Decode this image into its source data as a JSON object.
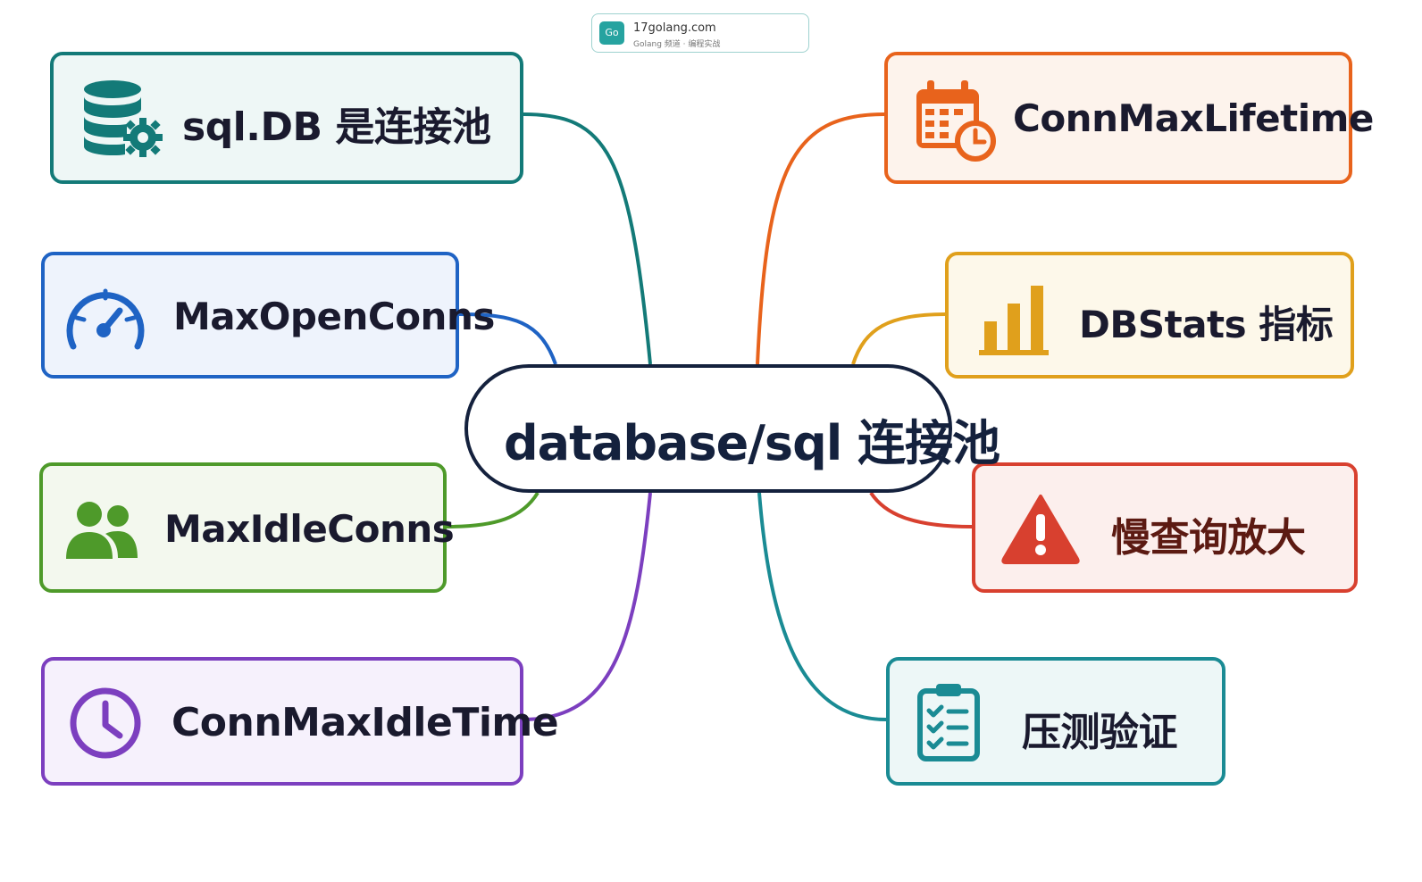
{
  "watermark": {
    "badge": "Go",
    "site": "17golang.com",
    "subtitle": "Golang 频道 · 编程实战"
  },
  "center": {
    "label": "database/sql 连接池"
  },
  "nodes": [
    {
      "id": "sqldb",
      "label": "sql.DB 是连接池",
      "icon": "database-gear-icon",
      "color": "#137a78",
      "bg": "#eef7f6"
    },
    {
      "id": "maxopen",
      "label": "MaxOpenConns",
      "icon": "speedometer-icon",
      "color": "#1f63c4",
      "bg": "#eef3fc"
    },
    {
      "id": "maxidle",
      "label": "MaxIdleConns",
      "icon": "users-icon",
      "color": "#4e9a2a",
      "bg": "#f3f8ee"
    },
    {
      "id": "idletime",
      "label": "ConnMaxIdleTime",
      "icon": "clock-icon",
      "color": "#7c3fbf",
      "bg": "#f6f1fc"
    },
    {
      "id": "lifetime",
      "label": "ConnMaxLifetime",
      "icon": "calendar-clock-icon",
      "color": "#e8631c",
      "bg": "#fdf3ec"
    },
    {
      "id": "dbstats",
      "label": "DBStats 指标",
      "icon": "bar-chart-icon",
      "color": "#e0a01c",
      "bg": "#fdf8ea"
    },
    {
      "id": "slowquery",
      "label": "慢查询放大",
      "icon": "warning-icon",
      "color": "#d8402f",
      "bg": "#fcefed"
    },
    {
      "id": "loadtest",
      "label": "压测验证",
      "icon": "clipboard-check-icon",
      "color": "#1a8b94",
      "bg": "#edf7f7"
    }
  ]
}
